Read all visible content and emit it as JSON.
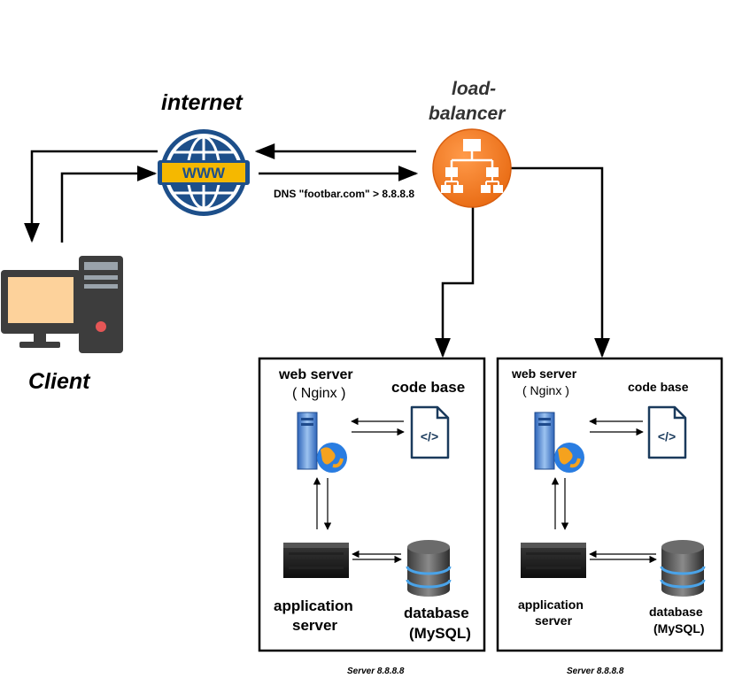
{
  "nodes": {
    "internet": {
      "label": "internet",
      "icon": "www-globe-icon"
    },
    "load_balancer": {
      "label_line1": "load-",
      "label_line2": "balancer",
      "icon": "load-balancer-icon",
      "color": "#f07b27"
    },
    "client": {
      "label": "Client",
      "icon": "desktop-computer-icon"
    },
    "dns_edge": {
      "label": "DNS \"footbar.com\" > 8.8.8.8"
    }
  },
  "servers": [
    {
      "web_server_line1": "web server",
      "web_server_line2": "( Nginx )",
      "code_base": "code base",
      "application_server_line1": "application",
      "application_server_line2": "server",
      "database_line1": "database",
      "database_line2": "(MySQL)",
      "caption": "Server 8.8.8.8"
    },
    {
      "web_server_line1": "web server",
      "web_server_line2": "( Nginx )",
      "code_base": "code base",
      "application_server_line1": "application",
      "application_server_line2": "server",
      "database_line1": "database",
      "database_line2": "(MySQL)",
      "caption": "Server 8.8.8.8"
    }
  ],
  "colors": {
    "globe": "#1d4f8a",
    "www_band": "#f5b800",
    "monitor_screen": "#fdd29b",
    "file_icon": "#1a3a5c"
  }
}
